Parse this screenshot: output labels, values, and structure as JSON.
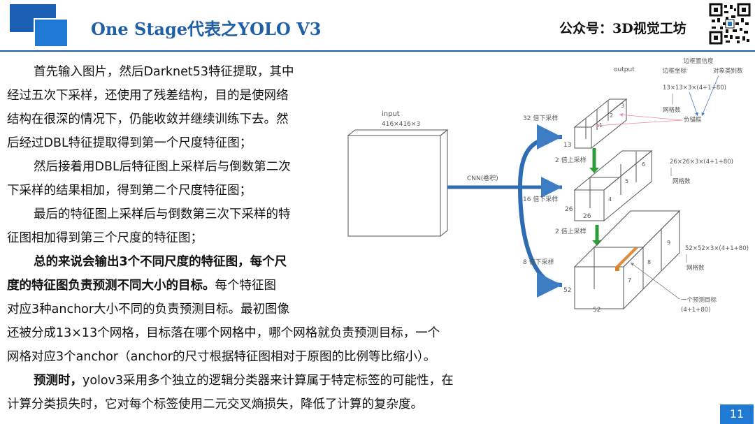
{
  "header": {
    "title": "One Stage代表之YOLO V3",
    "account": "公众号：3D视觉工坊"
  },
  "paragraphs": [
    {
      "bold": "",
      "text": "首先输入图片，然后Darknet53特征提取，其中"
    },
    {
      "bold": "",
      "text": "经过五次下采样，还使用了残差结构，目的是使网络"
    },
    {
      "bold": "",
      "text": "结构在很深的情况下，仍能收敛并继续训练下去。然"
    },
    {
      "bold": "",
      "text": "后经过DBL特征提取得到第一个尺度特征图；"
    },
    {
      "bold": "",
      "text": " 然后接着用DBL后特征图上采样后与倒数第二次"
    },
    {
      "bold": "",
      "text": "下采样的结果相加，得到第二个尺度特征图；"
    },
    {
      "bold": "",
      "text": "最后的特征图上采样后与倒数第三次下采样的特"
    },
    {
      "bold": "",
      "text": "征图相加得到第三个尺度的特征图；"
    },
    {
      "bold": "总的来说会输出3个不同尺度的特征图，每个尺",
      "text": ""
    },
    {
      "bold": "度的特征图负责预测不同大小的目标。",
      "text": "每个特征图"
    },
    {
      "bold": "",
      "text": "对应3种anchor大小不同的负责预测目标。最初图像"
    },
    {
      "bold": "",
      "text": "还被分成13×13个网格，目标落在哪个网格中，哪个网格就负责预测目标，一个"
    },
    {
      "bold": "",
      "text": "网格对应3个anchor（anchor的尺寸根据特征图相对于原图的比例等比缩小）。"
    },
    {
      "bold": "预测时，",
      "text": "yolov3采用多个独立的逻辑分类器来计算属于特定标签的可能性，在"
    },
    {
      "bold": "",
      "text": "计算分类损失时，它对每个标签使用二元交叉熵损失，降低了计算的复杂度。"
    }
  ],
  "figure": {
    "input_label": "input",
    "input_size": "416×416×3",
    "cnn_label": "CNN(卷积)",
    "output_label": "output",
    "box_coord_label": "边框坐标",
    "box_conf_label": "边框置信度",
    "class_conf_label": "对象类别数",
    "scale1_formula": "13×13×3×(4+1+80)",
    "grid_label": "网格数",
    "anchor_label": "负锚框",
    "down32": "32 倍下采样",
    "down16": "16 倍下采样",
    "down8": "8 倍下采样",
    "up2": "2 倍上采样",
    "dim13": "13",
    "dim26": "26",
    "dim52": "52",
    "scale2_formula": "26×26×3×(4+1+80)",
    "scale3_formula": "52×52×3×(4+1+80)",
    "target_label": "一个预测目标",
    "target_formula": "(4+1+80)",
    "nums": [
      "1",
      "2",
      "3",
      "4",
      "5",
      "6",
      "7",
      "8",
      "9"
    ]
  },
  "page_number": "11",
  "colors": {
    "brand": "#1f5fa8",
    "arrow": "#2e6db4",
    "up_arrow": "#2e9e3a",
    "highlight": "#d9822b"
  }
}
